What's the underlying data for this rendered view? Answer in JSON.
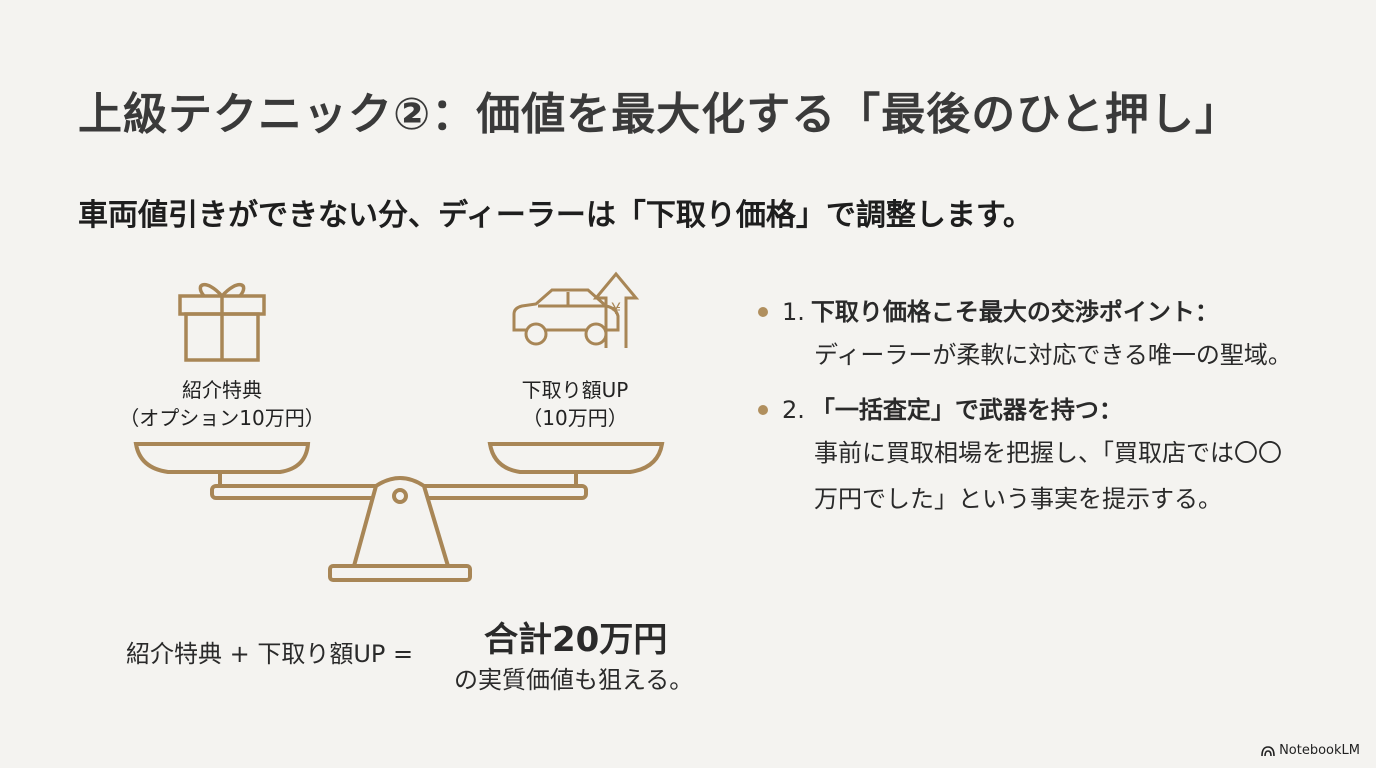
{
  "slide": {
    "title": "上級テクニック②：価値を最大化する「最後のひと押し」",
    "subtitle": "車両値引きができない分、ディーラーは「下取り価格」で調整します。"
  },
  "illustration": {
    "left": {
      "icon": "gift-icon",
      "label_line1": "紹介特典",
      "label_line2": "（オプション10万円）"
    },
    "right": {
      "icon": "car-yen-up-icon",
      "label_line1": "下取り額UP",
      "label_line2": "（10万円）"
    },
    "scale_icon": "balance-scale-icon",
    "accent_color": "#a88656"
  },
  "summary": {
    "equation": "紹介特典 + 下取り額UP =",
    "total": "合計20万円",
    "note": "の実質価値も狙える。"
  },
  "bullets": [
    {
      "number": "1.",
      "heading": "下取り価格こそ最大の交渉ポイント：",
      "body": "ディーラーが柔軟に対応できる唯一の聖域。"
    },
    {
      "number": "2.",
      "heading": "「一括査定」で武器を持つ：",
      "body": "事前に買取相場を把握し、「買取店では〇〇万円でした」という事実を提示する。"
    }
  ],
  "branding": {
    "logo_text": "NotebookLM"
  }
}
